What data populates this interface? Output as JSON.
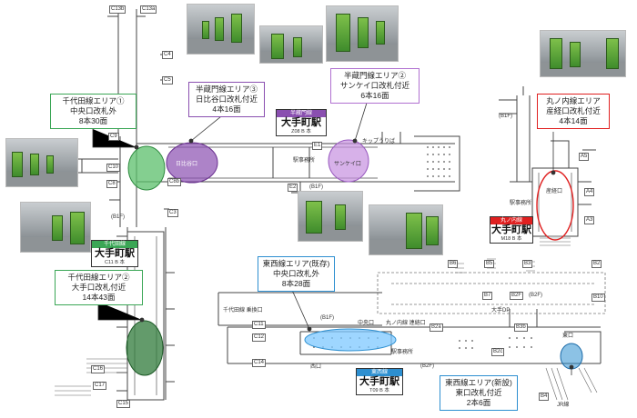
{
  "callouts": {
    "chiyoda1": {
      "title": "千代田線エリア①",
      "line2": "中央口改札外",
      "count": "8本30面",
      "color": "#3aa655"
    },
    "hanzomon3": {
      "title": "半蔵門線エリア③",
      "line2": "日比谷口改札付近",
      "count": "4本16面",
      "color": "#8a4fb0"
    },
    "hanzomon2": {
      "title": "半蔵門線エリア②",
      "line2": "サンケイ口改札付近",
      "count": "6本16面",
      "color": "#b070d0"
    },
    "marunouchi": {
      "title": "丸ノ内線エリア",
      "line2": "産経口改札付近",
      "count": "4本14面",
      "color": "#e02020"
    },
    "chiyoda2": {
      "title": "千代田線エリア②",
      "line2": "大手口改札付近",
      "count": "14本43面",
      "color": "#3aa655"
    },
    "tozai_existing": {
      "title": "東西線エリア(既存)",
      "line2": "中央口改札外",
      "count": "8本28面",
      "color": "#2d8fd0"
    },
    "tozai_new": {
      "title": "東西線エリア(新設)",
      "line2": "東口改札付近",
      "count": "2本6面",
      "color": "#2d8fd0"
    }
  },
  "stations": {
    "hanzomon": {
      "name": "大手町駅",
      "tag": "半蔵門線",
      "code": "Z08 B 本",
      "tag_color": "#8a4fb0"
    },
    "marunouchi": {
      "name": "大手町駅",
      "tag": "丸ノ内線",
      "code": "M18 B 本",
      "tag_color": "#e02020"
    },
    "chiyoda": {
      "name": "大手町駅",
      "tag": "千代田線",
      "code": "C11 B 本",
      "tag_color": "#3aa655"
    },
    "tozai": {
      "name": "大手町駅",
      "tag": "東西線",
      "code": "T09 B 本",
      "tag_color": "#2d8fd0"
    }
  },
  "labels": {
    "floor_b1f_top": "(B1F)",
    "floor_b1f_right": "(B1F)",
    "floor_b1f_left": "(B1F)",
    "floor_b1f_bottom": "(B1F)",
    "floor_b2f": "(B2F)",
    "floor_b2f_right": "(B2F)",
    "kippu": "キップうりば",
    "ekijimusho": "駅事務所",
    "hibiya": "日比谷口",
    "sankei": "サンケイ口",
    "sankei_right": "産経口",
    "otemachi_dp": "大手DP",
    "chuoguchi": "中央口",
    "marunouchi_renraku": "丸ノ内線 連絡口",
    "chiyoda_renraku": "千代田線 乗換口",
    "nishiguchi": "西口",
    "higashiguchi": "東口",
    "jr": "JR線",
    "ekimu_left": "駅事務所",
    "ekimu_bottom": "駅事務所"
  },
  "exits": {
    "c13b": "C13b",
    "c13a": "C13a",
    "c9": "C9",
    "c10": "C10",
    "c8": "C8",
    "c8b": "C8b",
    "c11": "C11",
    "c12": "C12",
    "c14": "C14",
    "c15": "C15",
    "c16": "C16",
    "c17": "C17",
    "c3": "C3",
    "c4": "C4",
    "c5": "C5",
    "e1": "E1",
    "e2": "E2",
    "a5": "A5",
    "a4": "A4",
    "a3": "A3",
    "b6": "B6",
    "b5": "B5",
    "b4": "B4",
    "b3": "B3",
    "b2": "B2",
    "b7": "B7",
    "b2f": "B2F",
    "b10": "B10",
    "b2a": "B2a",
    "b2c": "B2c",
    "b3b": "B3b"
  }
}
